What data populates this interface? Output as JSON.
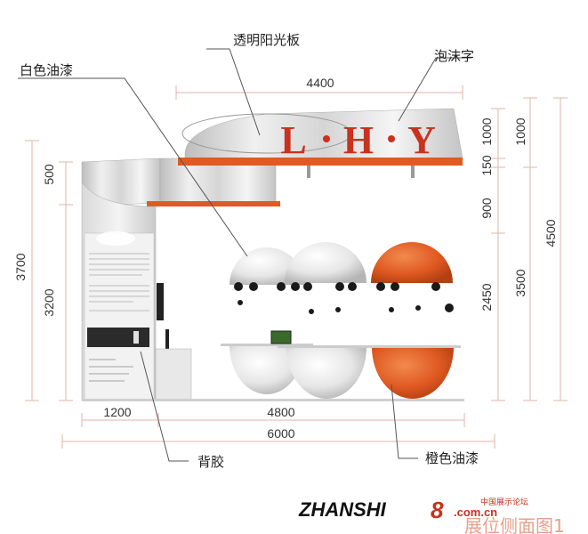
{
  "labels": {
    "transparent_panel": "透明阳光板",
    "white_paint": "白色油漆",
    "foam_letters": "泡沫字",
    "back_adhesive": "背胶",
    "orange_paint": "橙色油漆"
  },
  "logo": {
    "letters": [
      "L",
      "H",
      "Y"
    ],
    "color": "#c8321e"
  },
  "dimensions": {
    "top_width": "4400",
    "left_500": "500",
    "left_3700": "3700",
    "left_3200": "3200",
    "bottom_1200": "1200",
    "bottom_4800": "4800",
    "bottom_6000": "6000",
    "r_1000a": "1000",
    "r_1000b": "1000",
    "r_150": "150",
    "r_900": "900",
    "r_2450": "2450",
    "r_3500": "3500",
    "r_4500": "4500"
  },
  "watermark": {
    "brand_main": "ZHANSHI",
    "brand_digit": "8",
    "brand_cn": "中国展示论坛",
    "brand_domain": ".com.cn",
    "caption": "展位侧面图1"
  },
  "colors": {
    "orange": "#e05a22",
    "logo_red": "#c8321e",
    "dim_line": "#e0b3a8"
  }
}
